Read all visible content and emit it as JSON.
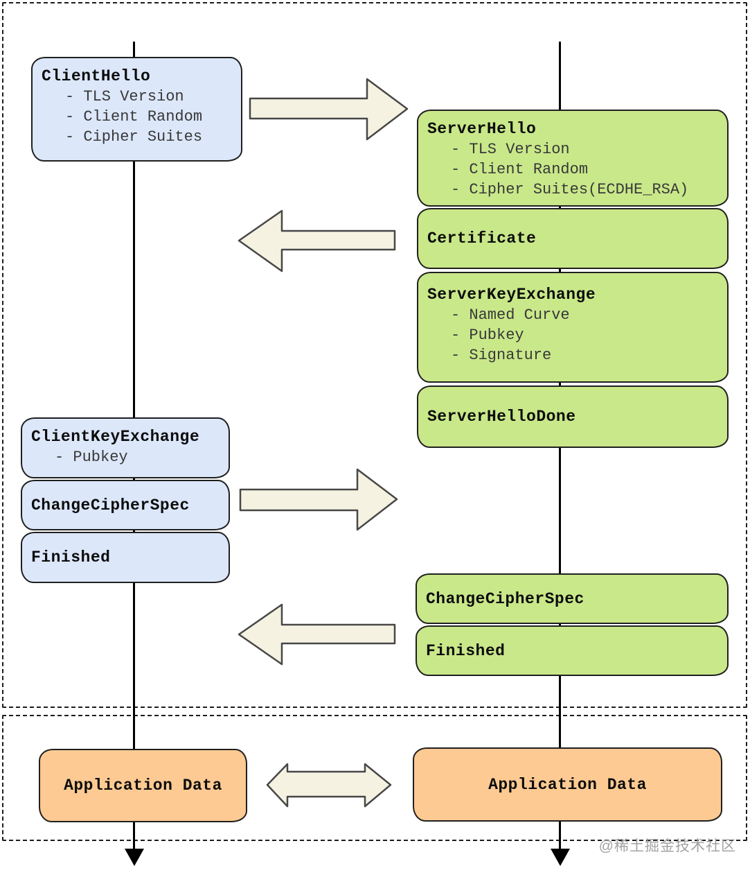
{
  "palette": {
    "client_box_bg": "#dce7fa",
    "server_box_bg": "#c9e88a",
    "app_box_bg": "#fcca92",
    "arrow_fill": "#f5f2e2",
    "arrow_stroke": "#474747",
    "box_border": "#1f1f1f",
    "lifeline_color": "#000000",
    "phase_border_color": "#1c1c1c",
    "watermark_color": "#a3a3a3"
  },
  "client_messages": [
    {
      "title": "ClientHello",
      "items": [
        "- TLS Version",
        "- Client Random",
        "- Cipher Suites"
      ]
    },
    {
      "title": "ClientKeyExchange",
      "items": [
        "- Pubkey"
      ]
    },
    {
      "title": "ChangeCipherSpec",
      "items": []
    },
    {
      "title": "Finished",
      "items": []
    }
  ],
  "server_messages": [
    {
      "title": "ServerHello",
      "items": [
        "- TLS Version",
        "- Client Random",
        "- Cipher Suites(ECDHE_RSA)"
      ]
    },
    {
      "title": "Certificate",
      "items": []
    },
    {
      "title": "ServerKeyExchange",
      "items": [
        "- Named Curve",
        "- Pubkey",
        "- Signature"
      ]
    },
    {
      "title": "ServerHelloDone",
      "items": []
    },
    {
      "title": "ChangeCipherSpec",
      "items": []
    },
    {
      "title": "Finished",
      "items": []
    }
  ],
  "application_data": {
    "client_label": "Application Data",
    "server_label": "Application Data"
  },
  "watermark": "@稀土掘金技术社区"
}
